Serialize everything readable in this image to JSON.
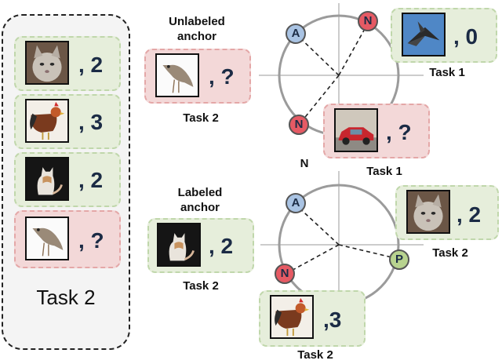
{
  "left_panel": {
    "title": "Task 2",
    "items": [
      {
        "image": "cat-icon",
        "label": ", 2"
      },
      {
        "image": "rooster-icon",
        "label": ", 3"
      },
      {
        "image": "sitting-cat-icon",
        "label": ", 2"
      },
      {
        "image": "bird-icon",
        "label": ", ?"
      }
    ]
  },
  "top": {
    "anchor_heading_line1": "Unlabeled",
    "anchor_heading_line2": "anchor",
    "anchor_label": ", ?",
    "anchor_task": "Task 2",
    "node_a": "A",
    "node_n1": "N",
    "node_n2": "N",
    "outside_n_label": "N",
    "sample_right_label": ", 0",
    "sample_right_task": "Task 1",
    "sample_bottom_label": ", ?",
    "sample_bottom_task": "Task 1"
  },
  "bottom": {
    "anchor_heading_line1": "Labeled",
    "anchor_heading_line2": "anchor",
    "anchor_label": ", 2",
    "anchor_task": "Task 2",
    "node_a": "A",
    "node_n": "N",
    "node_p": "P",
    "sample_right_label": ", 2",
    "sample_right_task": "Task 2",
    "sample_bottom_label": ",3",
    "sample_bottom_task": "Task 2"
  },
  "colors": {
    "green_box": "#e6eedb",
    "red_box": "#f3d8d8",
    "node_a": "#a9c3e3",
    "node_n": "#e65a64",
    "node_p": "#b8d38f"
  }
}
